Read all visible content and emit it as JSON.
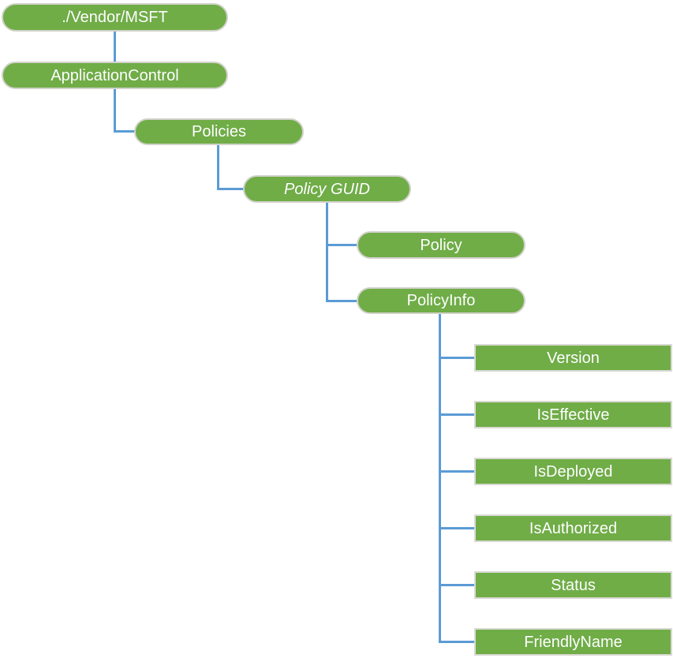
{
  "diagram": {
    "type": "tree",
    "description_visible_text_only": "",
    "nodes": [
      {
        "id": "vendor-msft",
        "label": "./Vendor/MSFT",
        "shape": "pill",
        "italic": false
      },
      {
        "id": "applicationcontrol",
        "label": "ApplicationControl",
        "shape": "pill",
        "italic": false
      },
      {
        "id": "policies",
        "label": "Policies",
        "shape": "pill",
        "italic": false
      },
      {
        "id": "policy-guid",
        "label": "Policy GUID",
        "shape": "pill",
        "italic": true
      },
      {
        "id": "policy",
        "label": "Policy",
        "shape": "pill",
        "italic": false
      },
      {
        "id": "policyinfo",
        "label": "PolicyInfo",
        "shape": "pill",
        "italic": false
      },
      {
        "id": "version",
        "label": "Version",
        "shape": "rect",
        "italic": false
      },
      {
        "id": "iseffective",
        "label": "IsEffective",
        "shape": "rect",
        "italic": false
      },
      {
        "id": "isdeployed",
        "label": "IsDeployed",
        "shape": "rect",
        "italic": false
      },
      {
        "id": "isauthorized",
        "label": "IsAuthorized",
        "shape": "rect",
        "italic": false
      },
      {
        "id": "status",
        "label": "Status",
        "shape": "rect",
        "italic": false
      },
      {
        "id": "friendlyname",
        "label": "FriendlyName",
        "shape": "rect",
        "italic": false
      }
    ],
    "hierarchy": {
      "./Vendor/MSFT": [
        "ApplicationControl"
      ],
      "ApplicationControl": [
        "Policies"
      ],
      "Policies": [
        "Policy GUID"
      ],
      "Policy GUID": [
        "Policy",
        "PolicyInfo"
      ],
      "PolicyInfo": [
        "Version",
        "IsEffective",
        "IsDeployed",
        "IsAuthorized",
        "Status",
        "FriendlyName"
      ]
    },
    "colors": {
      "node_fill": "#70AD47",
      "node_text": "#FFFFFF",
      "connector": "#5B9BD5",
      "rect_border": "#D9D9D3",
      "pill_border": "#D2D2CB"
    }
  }
}
